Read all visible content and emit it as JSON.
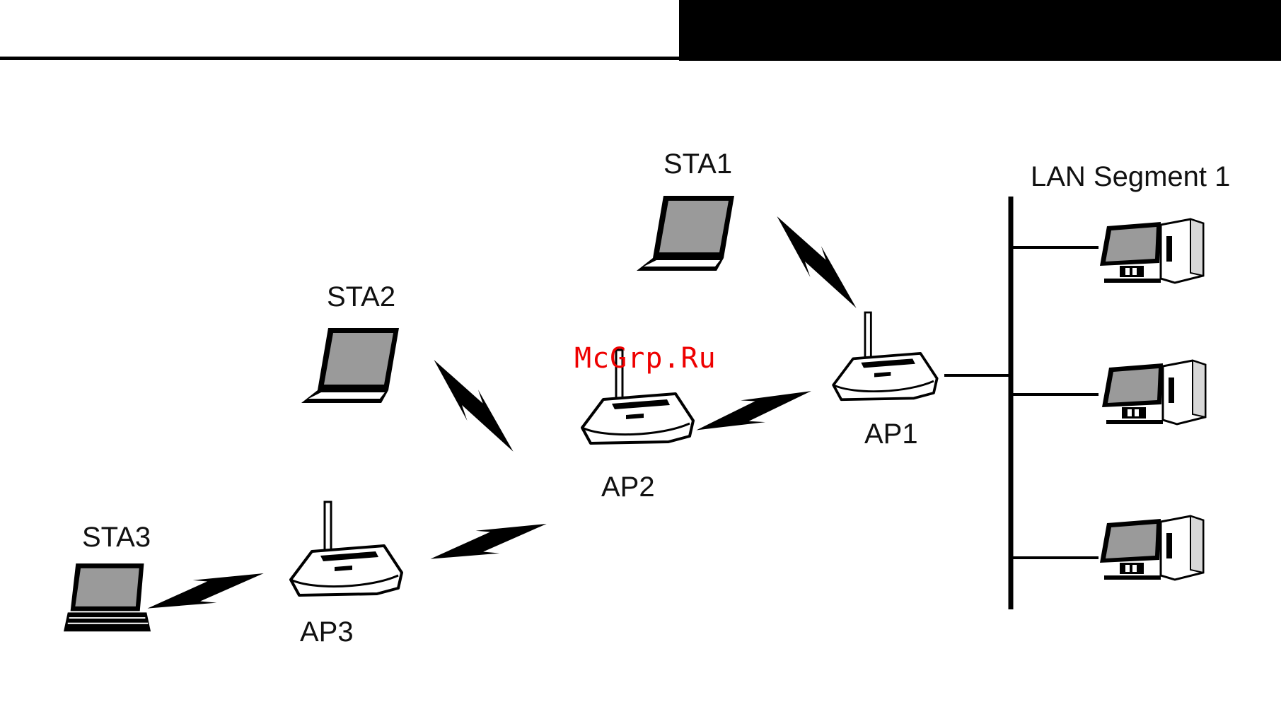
{
  "diagram": {
    "stations": [
      {
        "id": "sta1",
        "label": "STA1"
      },
      {
        "id": "sta2",
        "label": "STA2"
      },
      {
        "id": "sta3",
        "label": "STA3"
      }
    ],
    "access_points": [
      {
        "id": "ap1",
        "label": "AP1"
      },
      {
        "id": "ap2",
        "label": "AP2"
      },
      {
        "id": "ap3",
        "label": "AP3"
      }
    ],
    "lan_segment": {
      "label": "LAN Segment 1",
      "computer_count": 3
    },
    "wireless_links": [
      [
        "sta1",
        "ap1"
      ],
      [
        "sta2",
        "ap2"
      ],
      [
        "ap2",
        "ap1"
      ],
      [
        "ap3",
        "ap2"
      ],
      [
        "sta3",
        "ap3"
      ]
    ],
    "wired_links": [
      [
        "ap1",
        "lan_segment"
      ]
    ],
    "colors": {
      "device_screen": "#9a9a9a",
      "line": "#000000",
      "watermark": "#ee0000"
    }
  },
  "watermark": {
    "text": "McGrp.Ru"
  }
}
